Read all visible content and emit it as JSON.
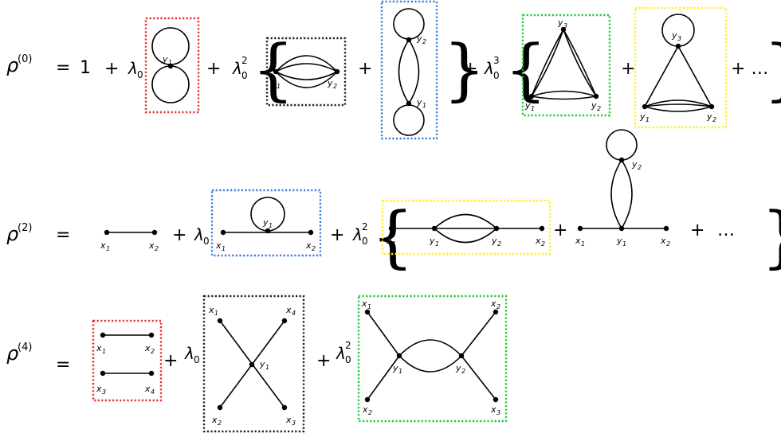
{
  "rows": [
    {
      "lhs": "ρ",
      "lhs_sup": "(0)",
      "eq": "=",
      "terms": [
        "1",
        "+",
        "λ",
        "0",
        "+",
        "λ",
        "0",
        "2",
        "+",
        "+",
        "λ",
        "0",
        "3",
        "+",
        "+ …"
      ]
    },
    {
      "lhs": "ρ",
      "lhs_sup": "(2)",
      "eq": "=",
      "terms": [
        "+",
        "λ",
        "0",
        "+",
        "λ",
        "0",
        "2",
        "+",
        "+",
        "…"
      ]
    },
    {
      "lhs": "ρ",
      "lhs_sup": "(4)",
      "eq": "=",
      "terms": [
        "+",
        "λ",
        "0",
        "+",
        "λ",
        "0",
        "2"
      ]
    }
  ],
  "labels": {
    "y1": "y",
    "y2": "y",
    "y3": "y",
    "x1": "x",
    "x2": "x",
    "x3": "x",
    "x4": "x",
    "s1": "1",
    "s2": "2",
    "s3": "3",
    "s4": "4"
  },
  "colors": {
    "red": "#e8302c",
    "black": "#222222",
    "blue": "#3d7fd4",
    "green": "#1fcc2e",
    "yellow": "#ffee22"
  }
}
